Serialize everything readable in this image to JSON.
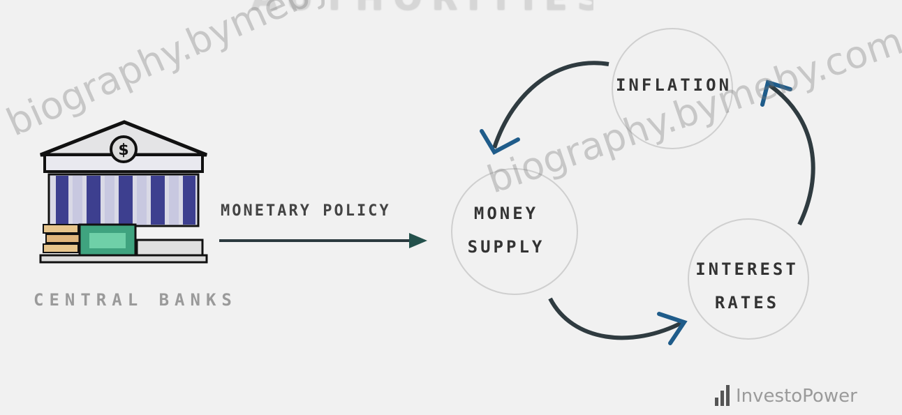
{
  "diagram": {
    "title": "AUTHORITIES",
    "arrow_label": "MONETARY POLICY",
    "source_label": "CENTRAL BANKS",
    "nodes": {
      "inflation": "INFLATION",
      "money_supply": [
        "MONEY",
        "SUPPLY"
      ],
      "interest_rates": [
        "INTEREST",
        "RATES"
      ]
    },
    "icons": [
      "bank-icon",
      "dollar-icon",
      "arrow-icon"
    ],
    "colors": {
      "arrow": "#2f3b40",
      "arrow_head_blue": "#1f5c8a",
      "bank_pillars": "#3d3f8f",
      "bank_money": "#3fa37f"
    }
  },
  "watermarks": [
    "biography.bymeby.com",
    "biography.bymeby.com"
  ],
  "brand": "InvestoPower"
}
